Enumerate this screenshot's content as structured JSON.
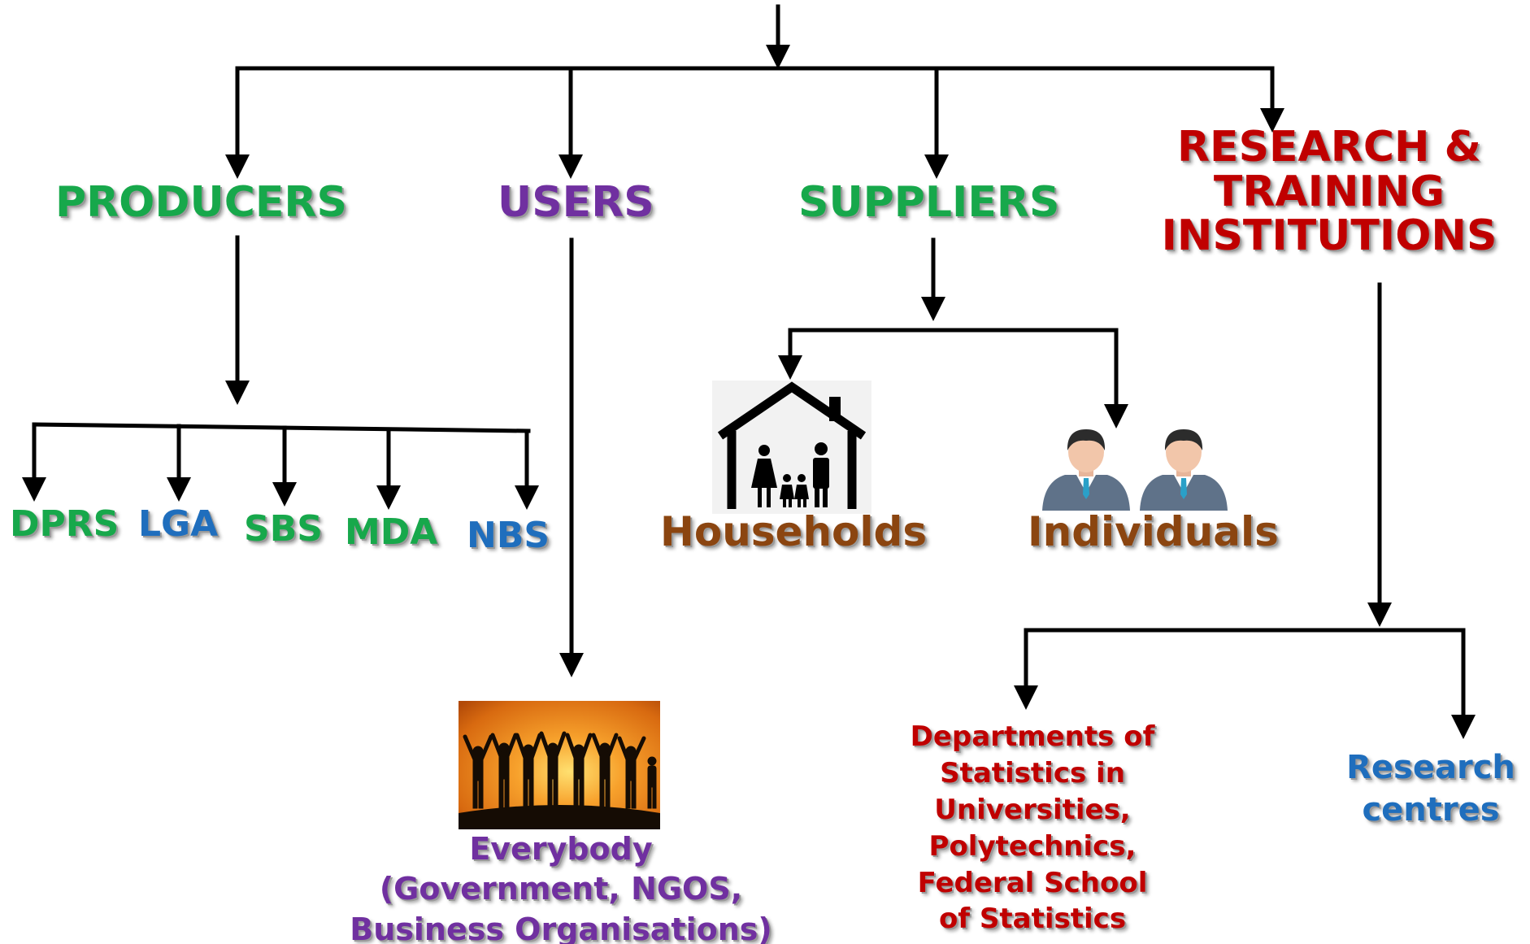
{
  "categories": {
    "producers": "PRODUCERS",
    "users": "USERS",
    "suppliers": "SUPPLIERS",
    "research": [
      "RESEARCH &",
      "TRAINING",
      "INSTITUTIONS"
    ]
  },
  "producers_children": {
    "dprs": "DPRS",
    "lga": "LGA",
    "sbs": "SBS",
    "mda": "MDA",
    "nbs": "NBS"
  },
  "suppliers_children": {
    "households": "Households",
    "individuals": "Individuals"
  },
  "users_children": {
    "everybody": [
      "Everybody",
      "(Government, NGOS,",
      "Business Organisations)"
    ]
  },
  "research_children": {
    "departments": [
      "Departments of",
      "Statistics in",
      "Universities,",
      "Polytechnics,",
      "Federal School",
      "of Statistics"
    ],
    "research_centres": [
      "Research",
      "centres"
    ]
  },
  "colors": {
    "producers": "#17a84b",
    "users": "#7030a0",
    "suppliers": "#17a84b",
    "research": "#c00000",
    "lga": "#1f6ebd",
    "nbs": "#1f6ebd",
    "households": "#8b4510",
    "individuals": "#8b4510",
    "research_centres": "#1f6ebd"
  },
  "icons": {
    "households": "family-house-icon",
    "individuals": "two-persons-icon",
    "everybody": "crowd-sunset-icon"
  }
}
